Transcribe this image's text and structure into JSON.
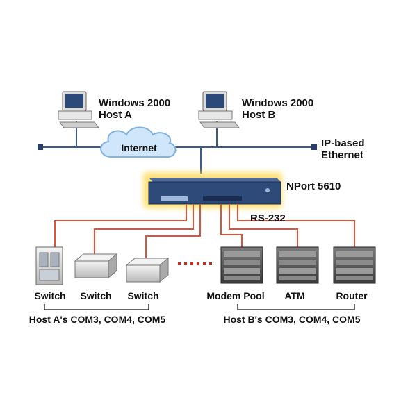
{
  "labels": {
    "host_a": [
      "Windows 2000",
      "Host A"
    ],
    "host_b": [
      "Windows 2000",
      "Host B"
    ],
    "internet": "Internet",
    "ethernet": [
      "IP-based",
      "Ethernet"
    ],
    "nport": "NPort 5610",
    "rs232": "RS-232",
    "devices_left": [
      "Switch",
      "Switch",
      "Switch"
    ],
    "devices_right": [
      "Modem Pool",
      "ATM",
      "Router"
    ],
    "group_left": "Host A's COM3, COM4, COM5",
    "group_right": "Host B's COM3, COM4, COM5"
  },
  "colors": {
    "ethernet_line": "#3a5a8c",
    "serial_line": "#e0533a",
    "bracket_line": "#333333",
    "ellipsis_dots": "#cc2a1a",
    "nport_body": "#2e4a78",
    "nport_glow": "#ffd84a",
    "cloud": "#cfe6fb"
  }
}
